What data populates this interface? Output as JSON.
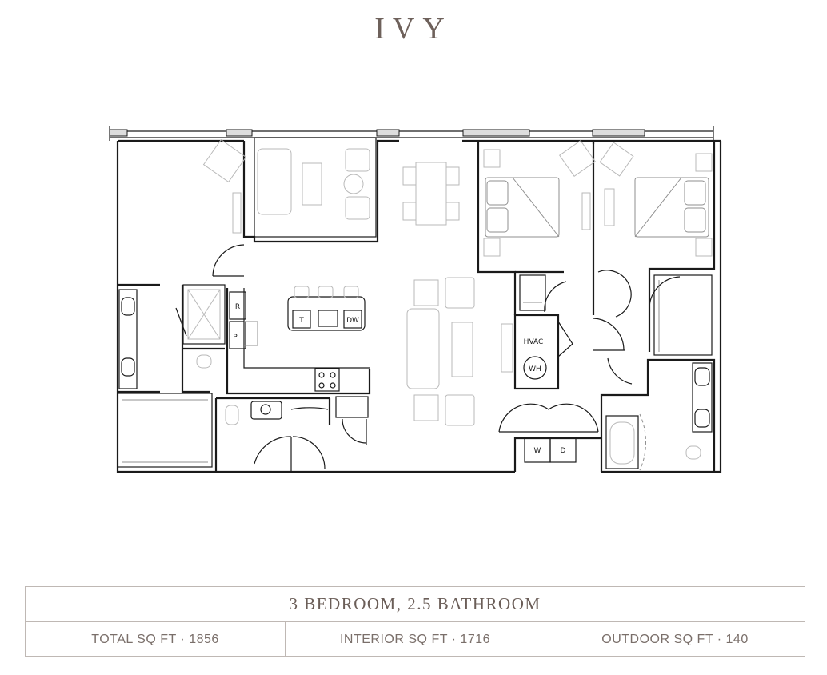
{
  "plan_name": "IVY",
  "summary": "3 BEDROOM, 2.5 BATHROOM",
  "stats": [
    {
      "label": "TOTAL SQ FT",
      "value": "1856"
    },
    {
      "label": "INTERIOR SQ FT",
      "value": "1716"
    },
    {
      "label": "OUTDOOR SQ FT",
      "value": "140"
    }
  ],
  "fixtures": {
    "refrigerator": "R",
    "pantry": "P",
    "trash": "T",
    "dishwasher": "DW",
    "hvac": "HVAC",
    "water_heater": "WH",
    "washer": "W",
    "dryer": "D"
  },
  "colors": {
    "title": "#6e615b",
    "walls": "#1a1a1a",
    "furniture": "#b9b9b9",
    "border": "#bfb8b4"
  }
}
